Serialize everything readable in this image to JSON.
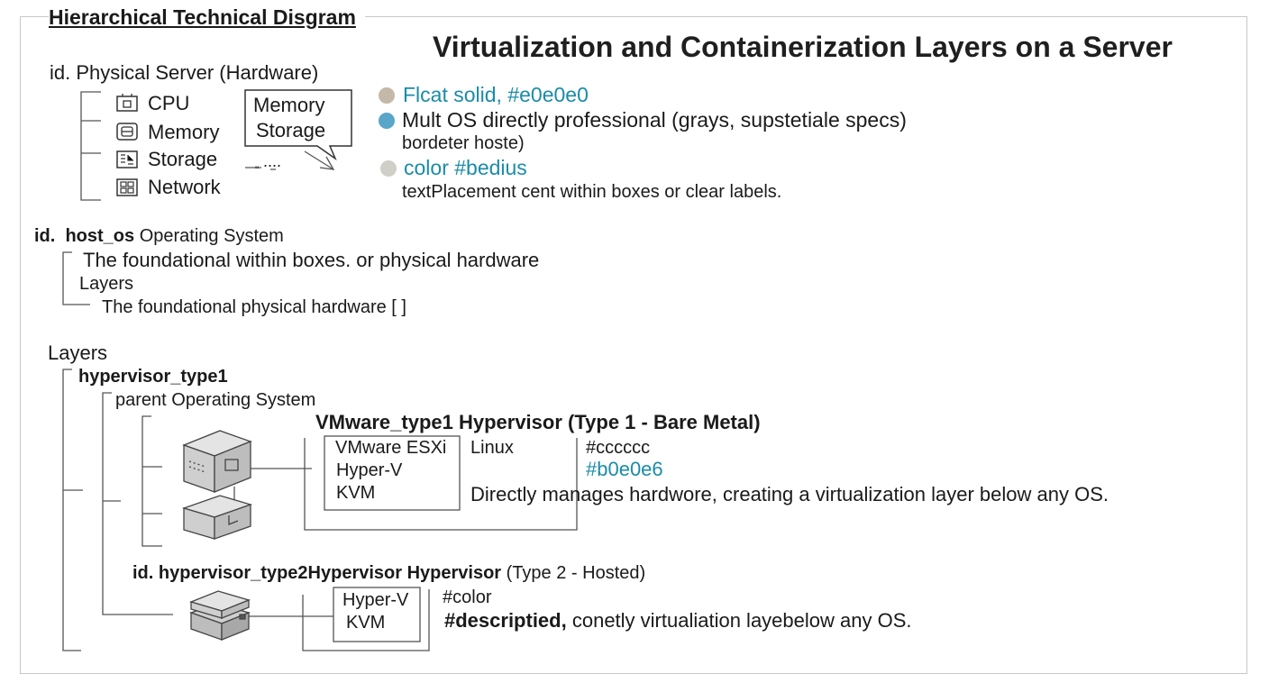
{
  "diagram": {
    "frame_title": "Hierarchical Technical Disgram",
    "title": "Virtualization and Containerization Layers on a Server",
    "physical": {
      "heading": "id. Physical Server (Hardware)",
      "components": [
        {
          "label": "CPU",
          "icon": "cpu-icon"
        },
        {
          "label": "Memory",
          "icon": "memory-icon"
        },
        {
          "label": "Storage",
          "icon": "storage-icon"
        },
        {
          "label": "Network",
          "icon": "network-icon"
        }
      ],
      "callout": {
        "line1": "Memory",
        "line2": "Storage",
        "dots": "....",
        "tick": "\""
      }
    },
    "legend": [
      {
        "text": "Flcat solid, #e0e0e0",
        "dot_color": "#c4b8a8",
        "text_color": "#1a8ca8"
      },
      {
        "text": "Mult OS directly professional (grays, supstetiale specs)",
        "dot_color": "#5aa6c8",
        "text_color": "#1a1a1a"
      },
      {
        "text": "color #bedius",
        "dot_color": "#cfcfc8",
        "text_color": "#1a8ca8"
      }
    ],
    "legend_extra": {
      "line2": "bordeter hoste)",
      "line4": "textPlacement cent within boxes or clear labels."
    },
    "host_os": {
      "id": "id.",
      "key": "host_os",
      "rest": "Operating System",
      "line1": "The foundational within boxes. or physical hardware",
      "line2": "Layers",
      "line3": "The foundational physical hardware [ ]"
    },
    "layers": {
      "heading": "Layers",
      "type1": {
        "key": "hypervisor_type1",
        "parent": "parent Operating System",
        "title": "VMware_type1 Hypervisor (Type 1 - Bare Metal)",
        "items": [
          "VMware ESXi",
          "Hyper-V",
          "KVM"
        ],
        "guest": "Linux",
        "color1": "#cccccc",
        "color2": "#b0e0e6",
        "description": "Directly manages hardwore, creating a virtualization layer below any OS."
      },
      "type2": {
        "title_id": "id.",
        "title_key": "hypervisor_type2Hypervisor Hypervisor",
        "title_rest": "(Type 2 - Hosted)",
        "items": [
          "Hyper-V",
          "KVM"
        ],
        "color_label": "#color",
        "desc_bold": "#descriptied,",
        "desc_rest": "conetly virtualiation layebelow any OS."
      }
    }
  }
}
